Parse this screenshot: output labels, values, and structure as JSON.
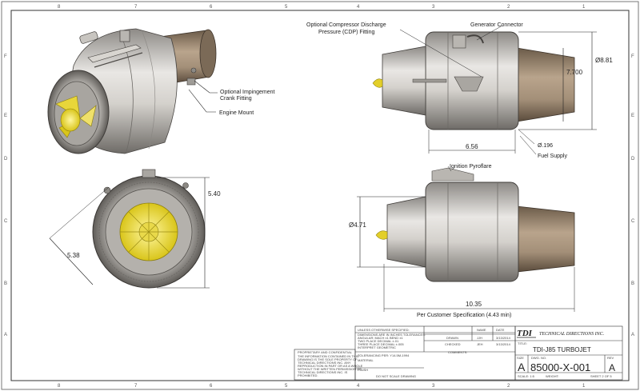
{
  "border": {
    "top_zones": [
      "8",
      "7",
      "6",
      "5",
      "4",
      "3",
      "2",
      "1"
    ],
    "bottom_zones": [
      "8",
      "7",
      "6",
      "5",
      "4",
      "3",
      "2",
      "1"
    ],
    "left_zones": [
      "F",
      "E",
      "D",
      "C",
      "B",
      "A"
    ],
    "right_zones": [
      "F",
      "E",
      "D",
      "C",
      "B",
      "A"
    ]
  },
  "callouts": {
    "impingement": "Optional Impingement",
    "impingement2": "Crank Fitting",
    "engine_mount": "Engine Mount",
    "cdp1": "Optional Compressor Discharge",
    "cdp2": "Pressure (CDP) Fitting",
    "generator": "Generator Connector",
    "fuel_supply": "Fuel Supply",
    "ignition": "Ignition Pyroflare",
    "spec": "Per Customer Specification (4.43 min)"
  },
  "dims": {
    "dia_881": "Ø8.81",
    "d_7700": "7.700",
    "d_656": "6.56",
    "dia_196": "Ø.196",
    "d_540": "5.40",
    "d_538": "5.38",
    "dia_471": "Ø4.71",
    "d_1035": "10.35"
  },
  "title_block": {
    "company": "TDI",
    "company_sub": "TECHNICAL DIRECTIONS INC.",
    "title_label": "TITLE:",
    "title": "TDI-J85 TURBOJET",
    "size_label": "SIZE",
    "size": "A",
    "dwg_label": "DWG. NO.",
    "dwg_no": "85000-X-001",
    "rev_label": "REV",
    "rev": "A",
    "scale": "SCALE: 1:5",
    "weight": "WEIGHT:",
    "sheet": "SHEET 2 OF 5",
    "drawn": "DRAWN",
    "checked": "CHECKED",
    "name_col": "NAME",
    "date_col": "DATE",
    "drawn_name": "JJH",
    "drawn_date": "3/13/2014",
    "checked_name": "JEH",
    "checked_date": "3/13/2014",
    "comments": "COMMENTS:",
    "unless": "UNLESS OTHERWISE SPECIFIED:",
    "notes": [
      "DIMENSIONS ARE IN INCHES TOLERANCES:",
      "ANGULAR: MACH ±1  BEND ±1",
      "TWO PLACE DECIMAL ±.01",
      "THREE PLACE DECIMAL ±.005",
      "INTERPRET GEOMETRIC",
      "TOLERANCING PER: Y14.5M-1994",
      "MATERIAL",
      "FINISH"
    ],
    "proprietary": "PROPRIETARY AND CONFIDENTIAL",
    "prop_lines": [
      "THE INFORMATION CONTAINED IN THIS",
      "DRAWING IS THE SOLE PROPERTY OF",
      "TECHNICAL DIRECTIONS INC. ANY",
      "REPRODUCTION IN PART OR AS A WHOLE",
      "WITHOUT THE WRITTEN PERMISSION OF",
      "TECHNICAL DIRECTIONS INC. IS",
      "PROHIBITED."
    ],
    "do_not_scale": "DO NOT SCALE DRAWING"
  }
}
